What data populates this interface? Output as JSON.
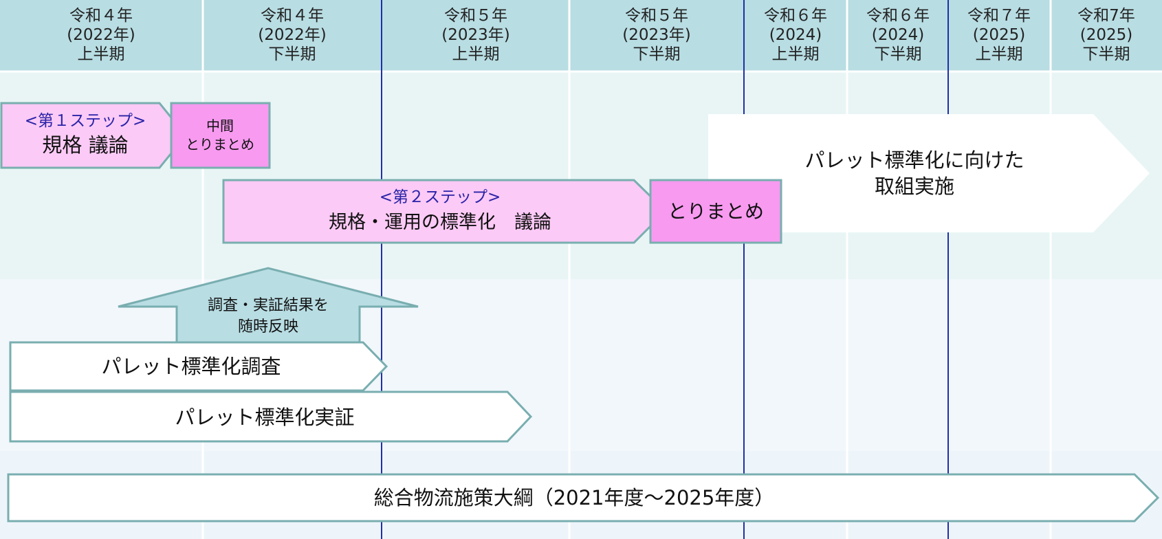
{
  "header": {
    "columns": [
      {
        "era": "令和４年",
        "year": "(2022年)",
        "half": "上半期"
      },
      {
        "era": "令和４年",
        "year": "(2022年)",
        "half": "下半期"
      },
      {
        "era": "令和５年",
        "year": "(2023年)",
        "half": "上半期"
      },
      {
        "era": "令和５年",
        "year": "(2023年)",
        "half": "下半期"
      },
      {
        "era": "令和６年",
        "year": "(2024)",
        "half": "上半期"
      },
      {
        "era": "令和６年",
        "year": "(2024)",
        "half": "下半期"
      },
      {
        "era": "令和７年",
        "year": "(2025)",
        "half": "上半期"
      },
      {
        "era": "令和7年",
        "year": "(2025)",
        "half": "下半期"
      }
    ]
  },
  "steps": {
    "step1_title": "<第１ステップ>",
    "step1_label": "規格 議論",
    "interim_line1": "中間",
    "interim_line2": "とりまとめ",
    "step2_title": "<第２ステップ>",
    "step2_label": "規格・運用の標準化　議論",
    "summary": "とりまとめ",
    "implementation_line1": "パレット標準化に向けた",
    "implementation_line2": "取組実施"
  },
  "feedback": {
    "line1": "調査・実証結果を",
    "line2": "随時反映"
  },
  "activities": {
    "survey": "パレット標準化調査",
    "demonstration": "パレット標準化実証"
  },
  "policy": {
    "label": "総合物流施策大綱（2021年度～2025年度）"
  },
  "colors": {
    "header_bg": "#b8dde3",
    "band_light": "#e9f5f5",
    "band_pale": "#f1f7fb",
    "arrow_pink": "#fbcaf6",
    "box_magenta": "#f79af0",
    "arrow_stroke": "#79aeb0",
    "divider_blue": "#1f2fa8",
    "feedback_fill": "#b8dde3"
  }
}
